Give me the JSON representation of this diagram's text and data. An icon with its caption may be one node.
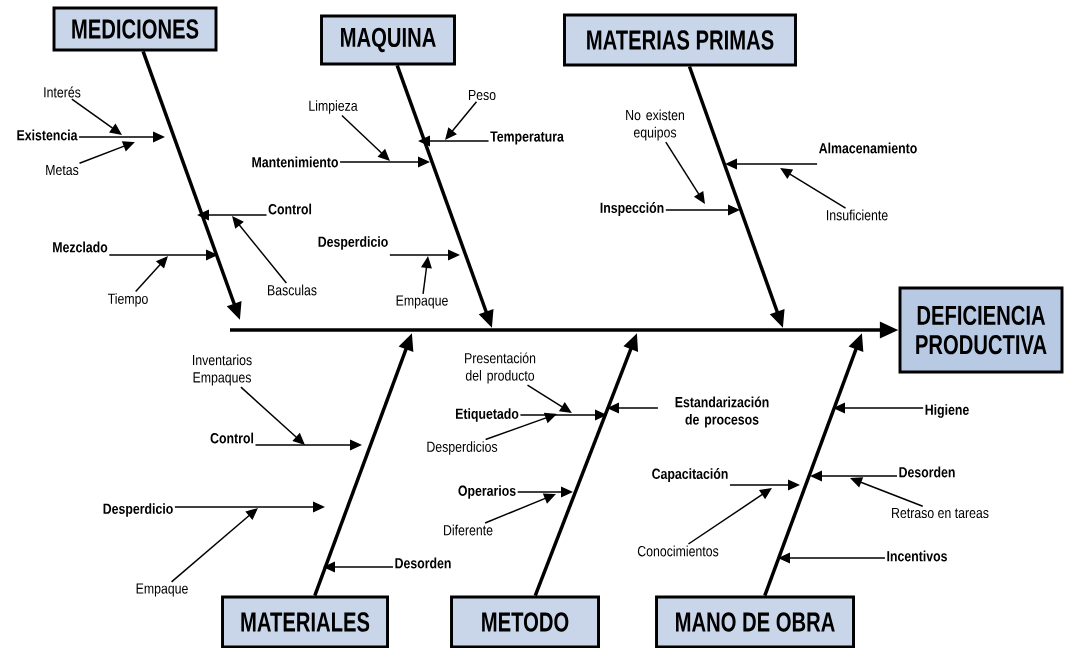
{
  "diagram": {
    "nodes": [
      {
        "text": [
          "MEDICIONES"
        ]
      },
      {
        "text": [
          "MAQUINA"
        ]
      },
      {
        "text": [
          "MATERIAS PRIMAS"
        ]
      },
      {
        "text": [
          "DEFICIENCIA PRODUCTIVA"
        ]
      },
      {
        "text": [
          "MATERIALES"
        ]
      },
      {
        "text": [
          "METODO"
        ]
      },
      {
        "text": [
          "MANO DE OBRA"
        ]
      },
      {
        "text": [
          "Interés"
        ]
      },
      {
        "text": [
          "Existencia"
        ]
      },
      {
        "text": [
          "Metas"
        ]
      },
      {
        "text": [
          "Control"
        ]
      },
      {
        "text": [
          "Basculas"
        ]
      },
      {
        "text": [
          "Mezclado"
        ]
      },
      {
        "text": [
          "Tiempo"
        ]
      },
      {
        "text": [
          "Limpieza"
        ]
      },
      {
        "text": [
          "Mantenimiento"
        ]
      },
      {
        "text": [
          "Peso"
        ]
      },
      {
        "text": [
          "Temperatura"
        ]
      },
      {
        "text": [
          "Desperdicio"
        ]
      },
      {
        "text": [
          "Empaque"
        ]
      },
      {
        "text": [
          "No existen equipos"
        ]
      },
      {
        "text": [
          "Inspección"
        ]
      },
      {
        "text": [
          "Almacenamiento"
        ]
      },
      {
        "text": [
          "Insuficiente"
        ]
      },
      {
        "text": [
          "Inventarios Empaques"
        ]
      },
      {
        "text": [
          "Control"
        ]
      },
      {
        "text": [
          "Desperdicio"
        ]
      },
      {
        "text": [
          "Empaque"
        ]
      },
      {
        "text": [
          "Desorden"
        ]
      },
      {
        "text": [
          "Presentación del producto"
        ]
      },
      {
        "text": [
          "Etiquetado"
        ]
      },
      {
        "text": [
          "Desperdicios"
        ]
      },
      {
        "text": [
          "Estandarización de procesos"
        ]
      },
      {
        "text": [
          "Operarios"
        ]
      },
      {
        "text": [
          "Diferente"
        ]
      },
      {
        "text": [
          "Higiene"
        ]
      },
      {
        "text": [
          "Capacitación"
        ]
      },
      {
        "text": [
          "Conocimientos"
        ]
      },
      {
        "text": [
          "Desorden"
        ]
      },
      {
        "text": [
          "Retraso en tareas"
        ]
      },
      {
        "text": [
          "Incentivos"
        ]
      }
    ],
    "edges": [
      {
        "from": null,
        "to": 3,
        "arrow": "to",
        "style": "thick"
      },
      {
        "from": 0,
        "to": null,
        "arrow": "to",
        "style": "thick"
      },
      {
        "from": 1,
        "to": null,
        "arrow": "to",
        "style": "thick"
      },
      {
        "from": 2,
        "to": null,
        "arrow": "to",
        "style": "thick"
      },
      {
        "from": 4,
        "to": null,
        "arrow": "to",
        "style": "thick"
      },
      {
        "from": 5,
        "to": null,
        "arrow": "to",
        "style": "thick"
      },
      {
        "from": 6,
        "to": null,
        "arrow": "to",
        "style": "thick"
      },
      {
        "from": 7,
        "to": null,
        "arrow": "to"
      },
      {
        "from": 8,
        "to": null,
        "arrow": "to"
      },
      {
        "from": 9,
        "to": null,
        "arrow": "to"
      },
      {
        "from": 10,
        "to": null,
        "arrow": "to"
      },
      {
        "from": 11,
        "to": null,
        "arrow": "to"
      },
      {
        "from": 12,
        "to": null,
        "arrow": "to"
      },
      {
        "from": 13,
        "to": null,
        "arrow": "to"
      },
      {
        "from": 14,
        "to": null,
        "arrow": "to"
      },
      {
        "from": 15,
        "to": null,
        "arrow": "to"
      },
      {
        "from": 16,
        "to": null,
        "arrow": "to"
      },
      {
        "from": 17,
        "to": null,
        "arrow": "to"
      },
      {
        "from": 18,
        "to": null,
        "arrow": "to"
      },
      {
        "from": 19,
        "to": null,
        "arrow": "to"
      },
      {
        "from": 20,
        "to": null,
        "arrow": "to"
      },
      {
        "from": 21,
        "to": null,
        "arrow": "to"
      },
      {
        "from": 22,
        "to": null,
        "arrow": "to"
      },
      {
        "from": 23,
        "to": null,
        "arrow": "to"
      },
      {
        "from": 24,
        "to": null,
        "arrow": "to"
      },
      {
        "from": 25,
        "to": null,
        "arrow": "to"
      },
      {
        "from": 26,
        "to": null,
        "arrow": "to"
      },
      {
        "from": 27,
        "to": null,
        "arrow": "to"
      },
      {
        "from": 28,
        "to": null,
        "arrow": "to"
      },
      {
        "from": 29,
        "to": null,
        "arrow": "to"
      },
      {
        "from": 30,
        "to": null,
        "arrow": "to"
      },
      {
        "from": 31,
        "to": null,
        "arrow": "to"
      },
      {
        "from": 32,
        "to": null,
        "arrow": "to"
      },
      {
        "from": 33,
        "to": null,
        "arrow": "to"
      },
      {
        "from": 34,
        "to": null,
        "arrow": "to"
      },
      {
        "from": 35,
        "to": null,
        "arrow": "to"
      },
      {
        "from": 36,
        "to": null,
        "arrow": "to"
      },
      {
        "from": 37,
        "to": null,
        "arrow": "to"
      },
      {
        "from": 38,
        "to": null,
        "arrow": "to"
      },
      {
        "from": 39,
        "to": null,
        "arrow": "to"
      },
      {
        "from": 40,
        "to": null,
        "arrow": "to"
      }
    ]
  }
}
